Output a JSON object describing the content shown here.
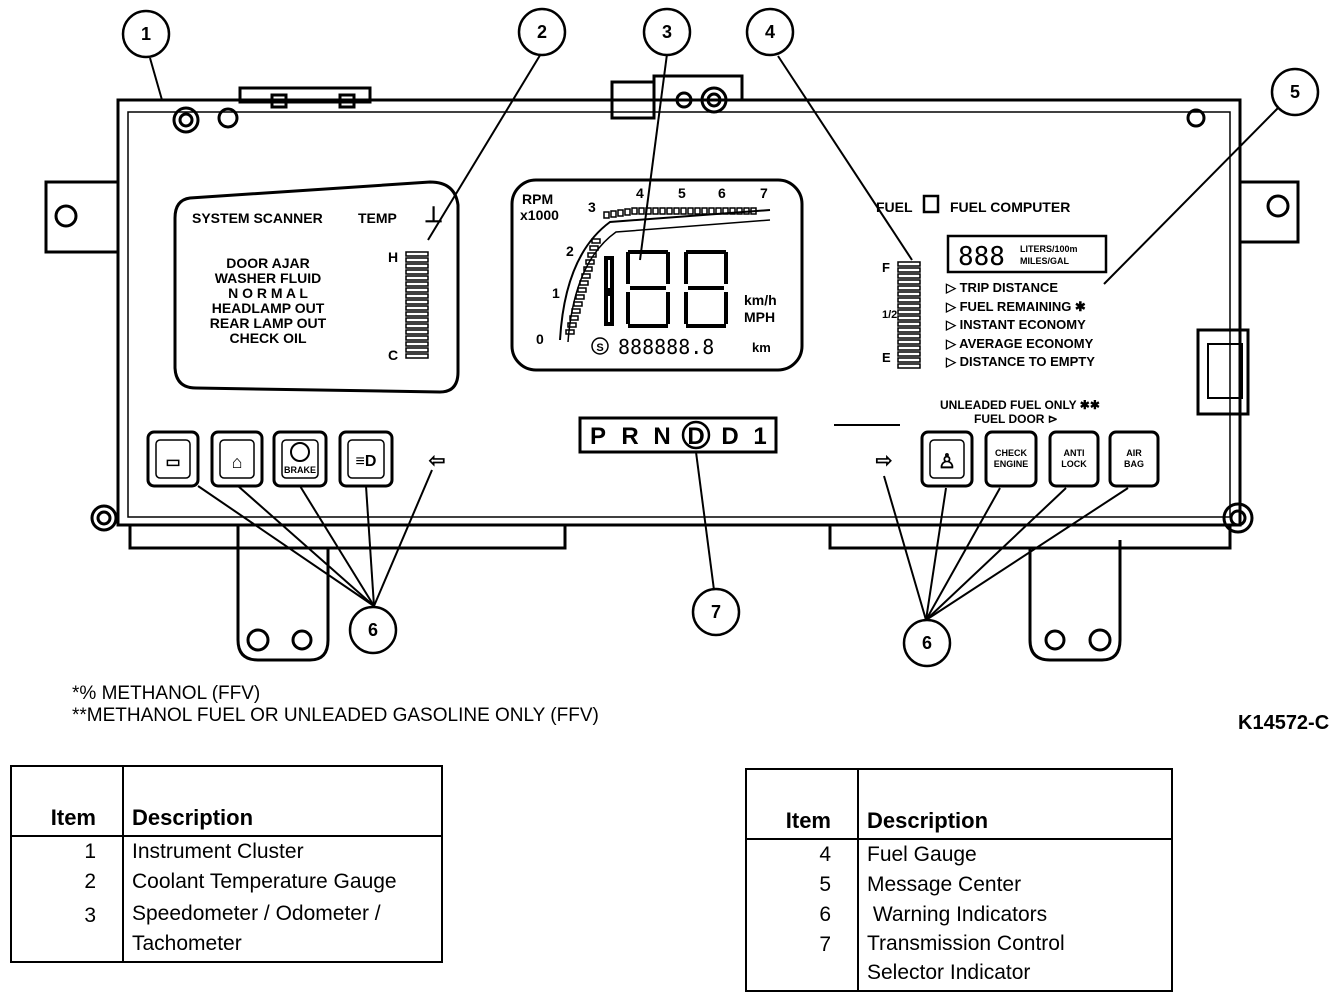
{
  "callouts": [
    "1",
    "2",
    "3",
    "4",
    "5",
    "6",
    "7",
    "6"
  ],
  "scanner": {
    "title": "SYSTEM SCANNER",
    "temp_label": "TEMP",
    "messages": [
      "DOOR AJAR",
      "WASHER FLUID",
      "N O R M A L",
      "HEADLAMP OUT",
      "REAR LAMP OUT",
      "CHECK OIL"
    ],
    "hot": "H",
    "cold": "C"
  },
  "tach": {
    "rpm_label": "RPM",
    "multiplier": "x1000",
    "ticks": [
      "0",
      "1",
      "2",
      "3",
      "4",
      "5",
      "6",
      "7"
    ],
    "unit_kmh": "km/h",
    "unit_mph": "MPH",
    "odo_prefix": "S",
    "odometer": "888888.8",
    "odo_unit": "km"
  },
  "fuel": {
    "fuel_label": "FUEL",
    "computer_label": "FUEL COMPUTER",
    "readout": "888",
    "unit_line1": "LITERS/100m",
    "unit_line2": "MILES/GAL",
    "full": "F",
    "half": "1/2",
    "empty": "E",
    "modes": [
      "TRIP DISTANCE",
      "FUEL REMAINING ✱",
      "INSTANT ECONOMY",
      "AVERAGE ECONOMY",
      "DISTANCE TO EMPTY"
    ],
    "unleaded_note": "UNLEADED FUEL ONLY ✱✱",
    "fuel_door": "FUEL DOOR"
  },
  "prnd": [
    "P",
    "R",
    "N",
    "D",
    "D",
    "1"
  ],
  "indicators": {
    "brake": "BRAKE",
    "check_engine": [
      "CHECK",
      "ENGINE"
    ],
    "anti_lock": [
      "ANTI",
      "LOCK"
    ],
    "air_bag": [
      "AIR",
      "BAG"
    ]
  },
  "notes": {
    "methanol": "*% METHANOL (FFV)",
    "fuel_only": "**METHANOL FUEL OR UNLEADED GASOLINE ONLY (FFV)"
  },
  "figure_id": "K14572-C",
  "legend_left": {
    "header_item": "Item",
    "header_desc": "Description",
    "rows": [
      {
        "item": "1",
        "desc": "Instrument Cluster"
      },
      {
        "item": "2",
        "desc": "Coolant Temperature Gauge"
      },
      {
        "item": "3",
        "desc": "Speedometer / Odometer /"
      },
      {
        "item": "",
        "desc": "Tachometer"
      }
    ]
  },
  "legend_right": {
    "header_item": "Item",
    "header_desc": "Description",
    "rows": [
      {
        "item": "4",
        "desc": "Fuel Gauge"
      },
      {
        "item": "5",
        "desc": "Message Center"
      },
      {
        "item": "6",
        "desc": " Warning Indicators"
      },
      {
        "item": "7",
        "desc": "Transmission Control"
      },
      {
        "item": "",
        "desc": "Selector Indicator"
      }
    ]
  }
}
